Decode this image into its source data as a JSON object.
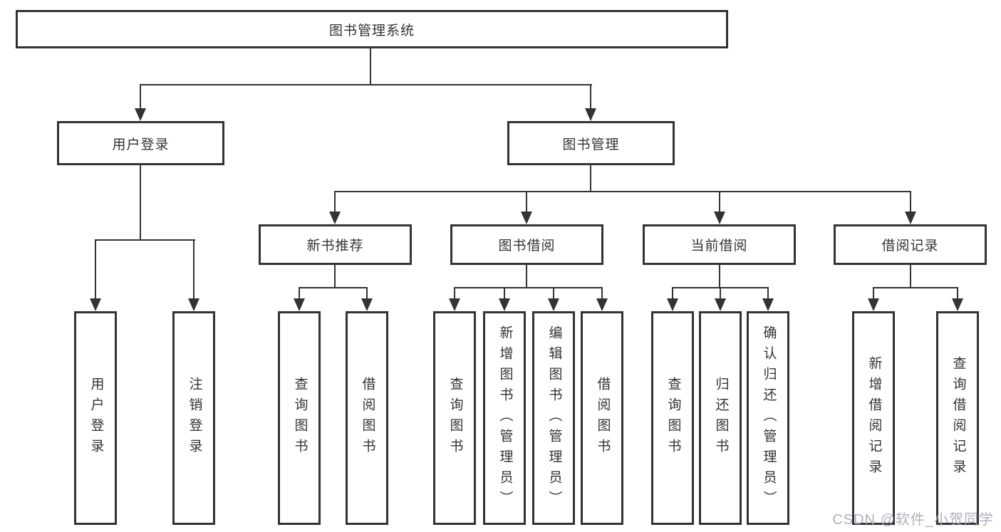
{
  "tree": {
    "label": "图书管理系统",
    "children": [
      {
        "label": "用户登录",
        "children": [
          {
            "label": "用户登录"
          },
          {
            "label": "注销登录"
          }
        ]
      },
      {
        "label": "图书管理",
        "children": [
          {
            "label": "新书推荐",
            "children": [
              {
                "label": "查询图书"
              },
              {
                "label": "借阅图书"
              }
            ]
          },
          {
            "label": "图书借阅",
            "children": [
              {
                "label": "查询图书"
              },
              {
                "label": "新增图书（管理员）"
              },
              {
                "label": "编辑图书（管理员）"
              },
              {
                "label": "借阅图书"
              }
            ]
          },
          {
            "label": "当前借阅",
            "children": [
              {
                "label": "查询图书"
              },
              {
                "label": "归还图书"
              },
              {
                "label": "确认归还（管理员）"
              }
            ]
          },
          {
            "label": "借阅记录",
            "children": [
              {
                "label": "新增借阅记录"
              },
              {
                "label": "查询借阅记录"
              }
            ]
          }
        ]
      }
    ]
  },
  "watermark": "CSDN @软件_小贺同学",
  "colors": {
    "line": "#333333",
    "text": "#333333",
    "watermark": "#a8adb8",
    "background": "#ffffff"
  }
}
